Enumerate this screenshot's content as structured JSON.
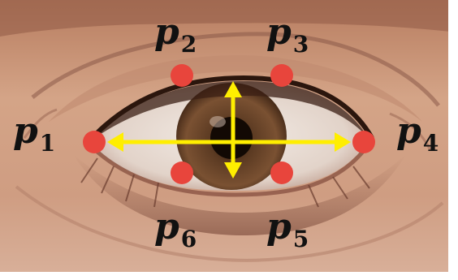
{
  "landmarks": {
    "p1": {
      "letter": "p",
      "index": "1"
    },
    "p2": {
      "letter": "p",
      "index": "2"
    },
    "p3": {
      "letter": "p",
      "index": "3"
    },
    "p4": {
      "letter": "p",
      "index": "4"
    },
    "p5": {
      "letter": "p",
      "index": "5"
    },
    "p6": {
      "letter": "p",
      "index": "6"
    }
  },
  "colors": {
    "landmark_dot": "#e8453c",
    "arrow": "#ffee00",
    "label_text": "#111111"
  }
}
